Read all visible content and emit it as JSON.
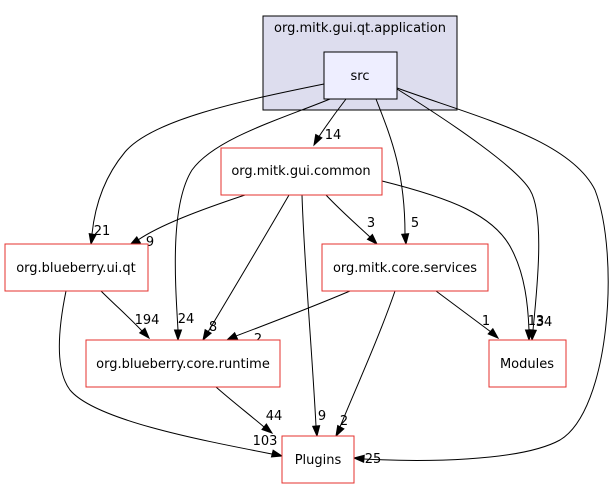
{
  "cluster": {
    "label": "org.mitk.gui.qt.application",
    "fill": "#ddddee",
    "stroke": "#000000"
  },
  "colors": {
    "node_border": "#e5322e",
    "src_fill": "#eeeeff",
    "edge": "#000000"
  },
  "nodes": [
    {
      "id": "src",
      "label": "src",
      "kind": "src"
    },
    {
      "id": "gui_common",
      "label": "org.mitk.gui.common",
      "kind": "module"
    },
    {
      "id": "blueberry_ui_qt",
      "label": "org.blueberry.ui.qt",
      "kind": "module"
    },
    {
      "id": "core_services",
      "label": "org.mitk.core.services",
      "kind": "module"
    },
    {
      "id": "core_runtime",
      "label": "org.blueberry.core.runtime",
      "kind": "module"
    },
    {
      "id": "modules",
      "label": "Modules",
      "kind": "module"
    },
    {
      "id": "plugins",
      "label": "Plugins",
      "kind": "module"
    }
  ],
  "edges": [
    {
      "from": "src",
      "to": "gui_common",
      "label": "14"
    },
    {
      "from": "src",
      "to": "blueberry_ui_qt",
      "label": "21"
    },
    {
      "from": "src",
      "to": "core_runtime",
      "label": "24"
    },
    {
      "from": "src",
      "to": "core_services",
      "label": "5"
    },
    {
      "from": "src",
      "to": "modules",
      "label": "34"
    },
    {
      "from": "src",
      "to": "plugins",
      "label": "25"
    },
    {
      "from": "gui_common",
      "to": "blueberry_ui_qt",
      "label": "9"
    },
    {
      "from": "gui_common",
      "to": "core_services",
      "label": "3"
    },
    {
      "from": "gui_common",
      "to": "core_runtime",
      "label": "8"
    },
    {
      "from": "gui_common",
      "to": "modules",
      "label": "13"
    },
    {
      "from": "gui_common",
      "to": "plugins",
      "label": "9"
    },
    {
      "from": "blueberry_ui_qt",
      "to": "core_runtime",
      "label": "194"
    },
    {
      "from": "blueberry_ui_qt",
      "to": "plugins",
      "label": "103"
    },
    {
      "from": "core_services",
      "to": "core_runtime",
      "label": "2"
    },
    {
      "from": "core_services",
      "to": "modules",
      "label": "1"
    },
    {
      "from": "core_services",
      "to": "plugins",
      "label": "2"
    },
    {
      "from": "core_runtime",
      "to": "plugins",
      "label": "44"
    }
  ]
}
